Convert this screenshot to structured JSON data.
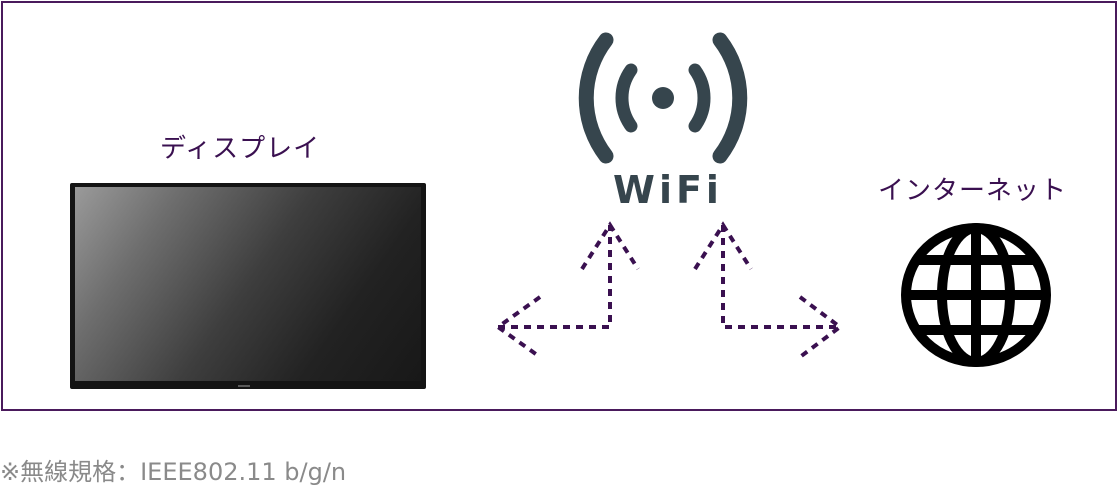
{
  "diagram": {
    "display": {
      "label": "ディスプレイ",
      "icon": "monitor-icon"
    },
    "wifi": {
      "label": "WiFi",
      "icon": "wifi-signal-icon",
      "color": "#36454d"
    },
    "internet": {
      "label": "インターネット",
      "icon": "globe-icon"
    },
    "connections": [
      {
        "from": "display",
        "to": "wifi",
        "style": "dotted",
        "bidirectional": true
      },
      {
        "from": "wifi",
        "to": "internet",
        "style": "dotted",
        "bidirectional": true
      }
    ],
    "colors": {
      "frame": "#4a1a5c",
      "label": "#3a1050",
      "arrow": "#3a1050",
      "footnote": "#8a8a8a"
    }
  },
  "footnote": "※無線規格：IEEE802.11 b/g/n"
}
